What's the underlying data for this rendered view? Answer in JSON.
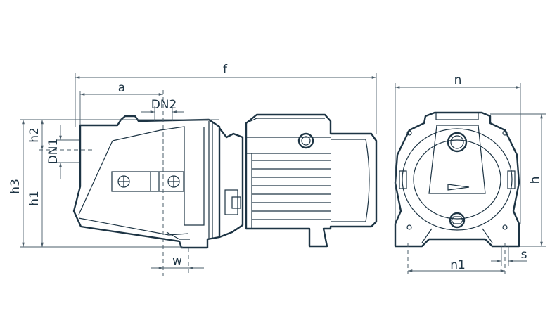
{
  "title": "Pump dimension drawing",
  "side_view": {
    "labels": {
      "f": "f",
      "a": "a",
      "dn2": "DN2",
      "dn1": "DN1",
      "h1": "h1",
      "h2": "h2",
      "h3": "h3",
      "w": "w"
    }
  },
  "front_view": {
    "labels": {
      "n": "n",
      "h": "h",
      "n1": "n1",
      "s": "s"
    }
  },
  "colors": {
    "line": "#1d3444",
    "dimension": "#4a5d6a"
  }
}
